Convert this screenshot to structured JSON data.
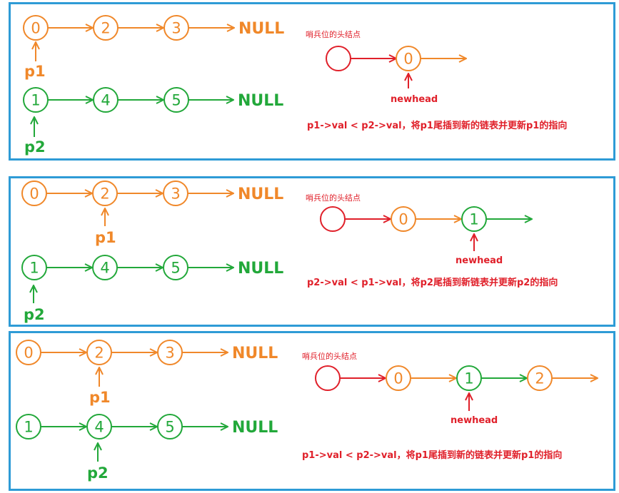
{
  "colors": {
    "orange": "#F0882A",
    "green": "#22A83A",
    "red": "#E0202A",
    "frame": "#2E9BD6"
  },
  "panels": [
    {
      "list1": {
        "nodes": [
          "0",
          "2",
          "3"
        ],
        "tail": "NULL"
      },
      "list2": {
        "nodes": [
          "1",
          "4",
          "5"
        ],
        "tail": "NULL"
      },
      "p1": "p1",
      "p2": "p2",
      "sentinel_label": "哨兵位的头结点",
      "newhead_label": "newhead",
      "merged_nodes": [
        "0"
      ],
      "caption": "p1->val < p2->val，将p1尾插到新的链表并更新p1的指向"
    },
    {
      "list1": {
        "nodes": [
          "0",
          "2",
          "3"
        ],
        "tail": "NULL"
      },
      "list2": {
        "nodes": [
          "1",
          "4",
          "5"
        ],
        "tail": "NULL"
      },
      "p1": "p1",
      "p2": "p2",
      "sentinel_label": "哨兵位的头结点",
      "newhead_label": "newhead",
      "merged_nodes": [
        "0",
        "1"
      ],
      "caption": "p2->val < p1->val，将p2尾插到新链表并更新p2的指向"
    },
    {
      "list1": {
        "nodes": [
          "0",
          "2",
          "3"
        ],
        "tail": "NULL"
      },
      "list2": {
        "nodes": [
          "1",
          "4",
          "5"
        ],
        "tail": "NULL"
      },
      "p1": "p1",
      "p2": "p2",
      "sentinel_label": "哨兵位的头结点",
      "newhead_label": "newhead",
      "merged_nodes": [
        "0",
        "1",
        "2"
      ],
      "caption": "p1->val < p2->val，将p1尾插到新的链表并更新p1的指向"
    }
  ]
}
